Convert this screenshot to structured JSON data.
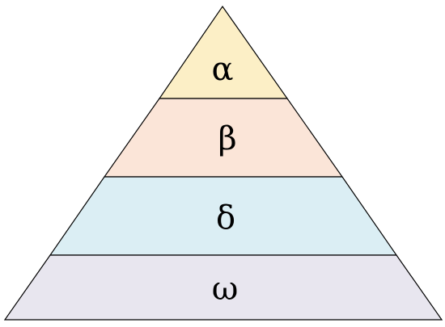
{
  "pyramid": {
    "tiers": [
      {
        "label": "α",
        "color": "#fcefc6"
      },
      {
        "label": "β",
        "color": "#fbe5d8"
      },
      {
        "label": "δ",
        "color": "#dbeef4"
      },
      {
        "label": "ω",
        "color": "#e8e6ef"
      }
    ],
    "outline_color": "#000000"
  }
}
